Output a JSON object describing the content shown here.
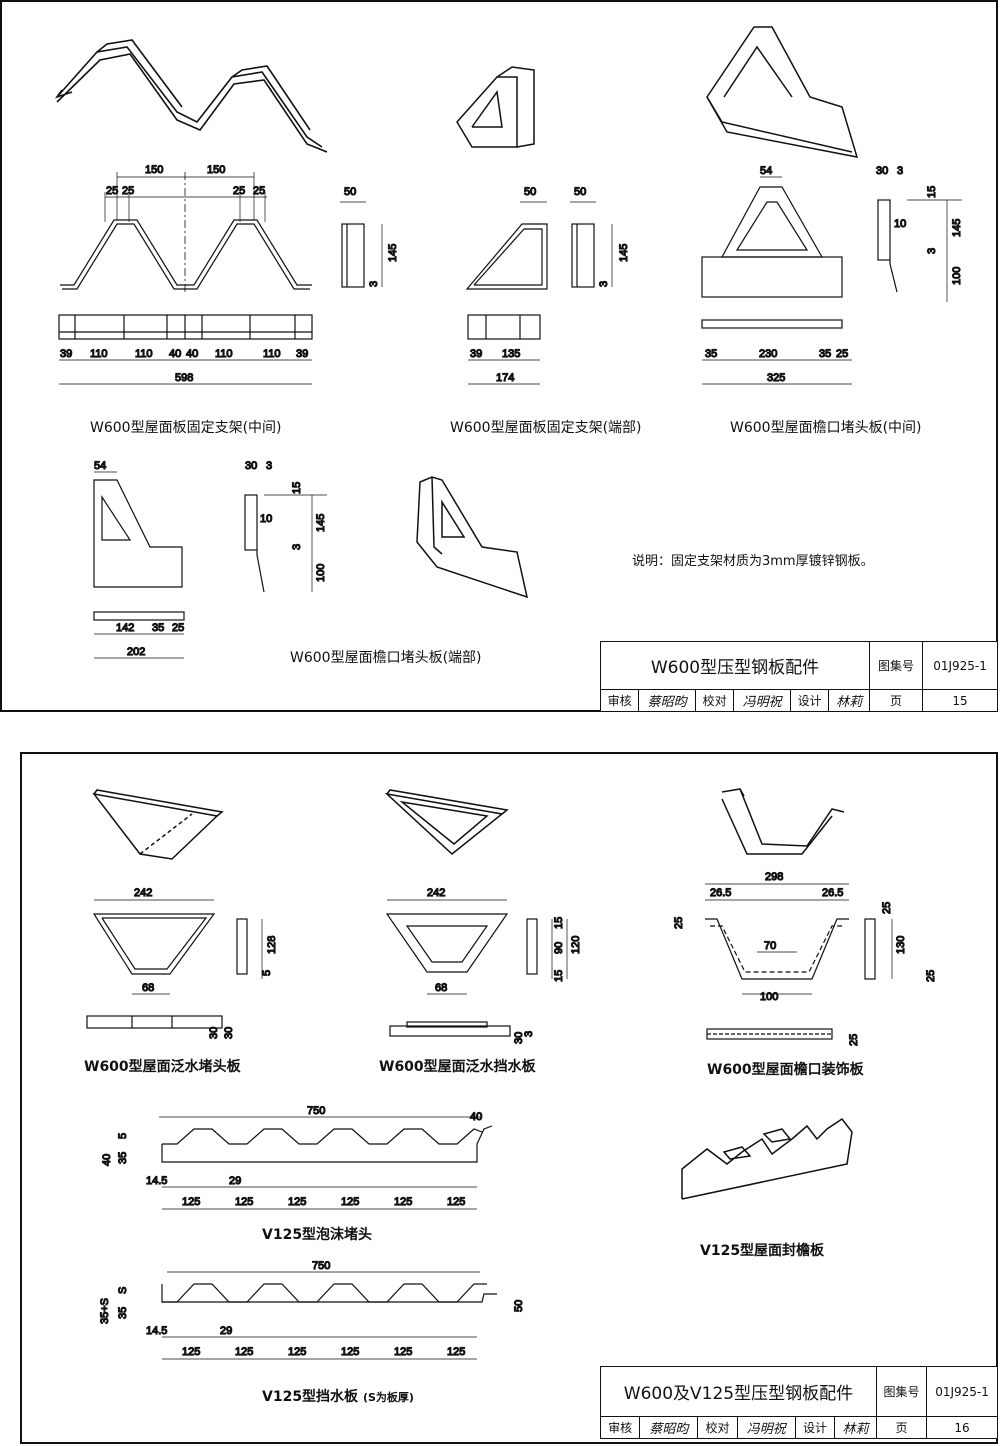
{
  "sheet1": {
    "captions": {
      "bracket_mid": "W600型屋面板固定支架(中间)",
      "bracket_end": "W600型屋面板固定支架(端部)",
      "eave_mid": "W600型屋面檐口堵头板(中间)",
      "eave_end": "W600型屋面檐口堵头板(端部)"
    },
    "note": "说明：固定支架材质为3mm厚镀锌钢板。",
    "titleblock": {
      "title": "W600型压型钢板配件",
      "atlas_label": "图集号",
      "atlas_no": "01J925-1",
      "review_label": "审核",
      "review_sig": "蔡昭昀",
      "check_label": "校对",
      "check_sig": "冯明祝",
      "design_label": "设计",
      "design_sig": "林莉",
      "page_label": "页",
      "page_no": "15"
    },
    "dims": {
      "d150a": "150",
      "d150b": "150",
      "d25a": "25",
      "d25b": "25",
      "d25c": "25",
      "d25d": "25",
      "d50a": "50",
      "d145a": "145",
      "d3a": "3",
      "d39a": "39",
      "d110a": "110",
      "d110b": "110",
      "d40a": "40",
      "d40b": "40",
      "d110c": "110",
      "d110d": "110",
      "d39b": "39",
      "d598": "598",
      "d50b": "50",
      "d50c": "50",
      "d145b": "145",
      "d3b": "3",
      "d39c": "39",
      "d135": "135",
      "d174": "174",
      "d54a": "54",
      "d35a": "35",
      "d230": "230",
      "d35b": "35",
      "d25e": "25",
      "d325": "325",
      "d30a": "30",
      "d3c": "3",
      "d15a": "15",
      "d10a": "10",
      "d145c": "145",
      "d3d": "3",
      "d100a": "100",
      "d54b": "54",
      "d142": "142",
      "d35c": "35",
      "d25f": "25",
      "d202": "202",
      "d30b": "30",
      "d3e": "3",
      "d15b": "15",
      "d10b": "10",
      "d145d": "145",
      "d3f": "3",
      "d100b": "100"
    }
  },
  "sheet2": {
    "captions": {
      "flash_end": "W600型屋面泛水堵头板",
      "flash_stop": "W600型屋面泛水挡水板",
      "eave_deco": "W600型屋面檐口装饰板",
      "foam": "V125型泡沫堵头",
      "eave_seal": "V125型屋面封檐板",
      "stop_plate": "V125型挡水板",
      "stop_note": "(S为板厚)"
    },
    "titleblock": {
      "title": "W600及V125型压型钢板配件",
      "atlas_label": "图集号",
      "atlas_no": "01J925-1",
      "review_label": "审核",
      "review_sig": "蔡昭昀",
      "check_label": "校对",
      "check_sig": "冯明祝",
      "design_label": "设计",
      "design_sig": "林莉",
      "page_label": "页",
      "page_no": "16"
    },
    "dims": {
      "d242a": "242",
      "d68a": "68",
      "d128": "128",
      "d5a": "5",
      "d30a": "30",
      "d30b": "30",
      "d242b": "242",
      "d68b": "68",
      "d15a": "15",
      "d90": "90",
      "d120": "120",
      "d15b": "15",
      "d30c": "30",
      "d3a": "3",
      "d298": "298",
      "d26a": "26.5",
      "d26b": "26.5",
      "d25a": "25",
      "d70": "70",
      "d100": "100",
      "d25b": "25",
      "d130": "130",
      "d25c": "25",
      "d25d": "25",
      "d750a": "750",
      "d40a": "40",
      "d40b": "40",
      "d35a": "35",
      "d5b": "5",
      "d145a": "14.5",
      "d29a": "29",
      "d125a": "125",
      "d125b": "125",
      "d125c": "125",
      "d125d": "125",
      "d125e": "125",
      "d125f": "125",
      "d750b": "750",
      "d35s": "35+S",
      "d35b": "35",
      "d5c": "S",
      "d50": "50",
      "d145b": "14.5",
      "d29b": "29",
      "d125g": "125",
      "d125h": "125",
      "d125i": "125",
      "d125j": "125",
      "d125k": "125",
      "d125l": "125"
    }
  }
}
